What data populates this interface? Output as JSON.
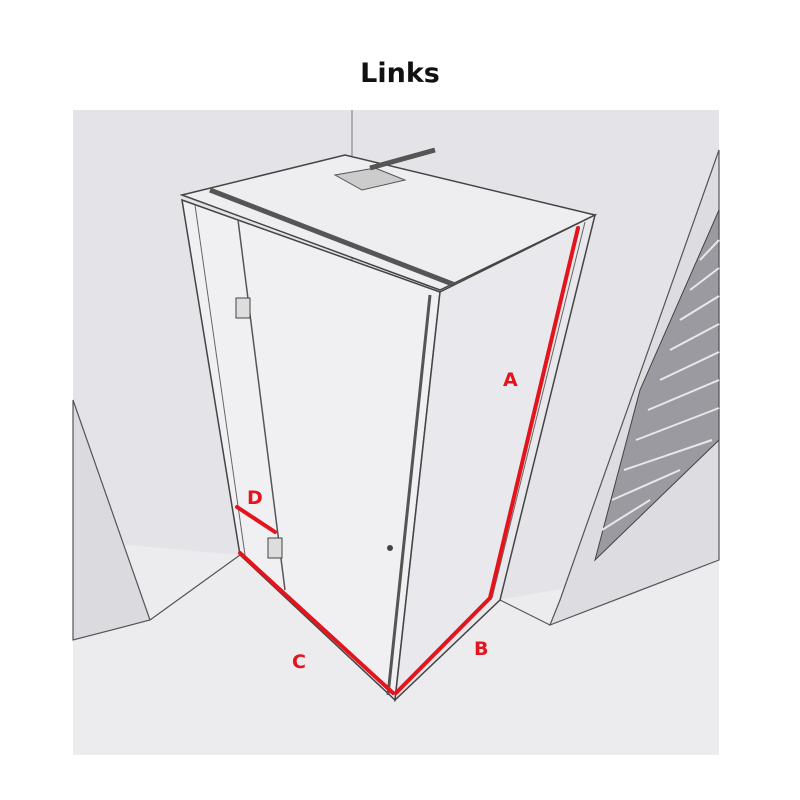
{
  "title": "Links",
  "labels": {
    "a": "A",
    "b": "B",
    "c": "C",
    "d": "D"
  },
  "colors": {
    "measure": "#e3141b",
    "background": "#e4e4e8"
  }
}
